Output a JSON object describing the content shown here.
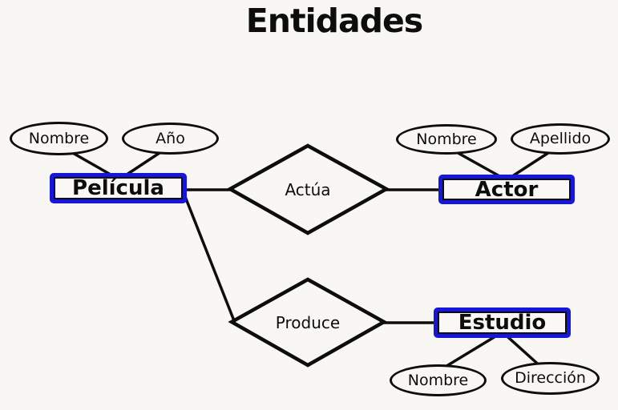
{
  "title": "Entidades",
  "colors": {
    "background": "#f8f7f3",
    "line": "#0d0d0d",
    "entity_border": "#1616dd",
    "text": "#0d0d0d"
  },
  "entities": {
    "pelicula": {
      "label": "Película"
    },
    "actor": {
      "label": "Actor"
    },
    "estudio": {
      "label": "Estudio"
    }
  },
  "relationships": {
    "actua": {
      "label": "Actúa",
      "between": [
        "Película",
        "Actor"
      ]
    },
    "produce": {
      "label": "Produce",
      "between": [
        "Película",
        "Estudio"
      ]
    }
  },
  "attributes": {
    "pelicula_nombre": {
      "label": "Nombre",
      "entity": "Película"
    },
    "pelicula_anio": {
      "label": "Año",
      "entity": "Película"
    },
    "actor_nombre": {
      "label": "Nombre",
      "entity": "Actor"
    },
    "actor_apellido": {
      "label": "Apellido",
      "entity": "Actor"
    },
    "estudio_nombre": {
      "label": "Nombre",
      "entity": "Estudio"
    },
    "estudio_direccion": {
      "label": "Dirección",
      "entity": "Estudio"
    }
  }
}
